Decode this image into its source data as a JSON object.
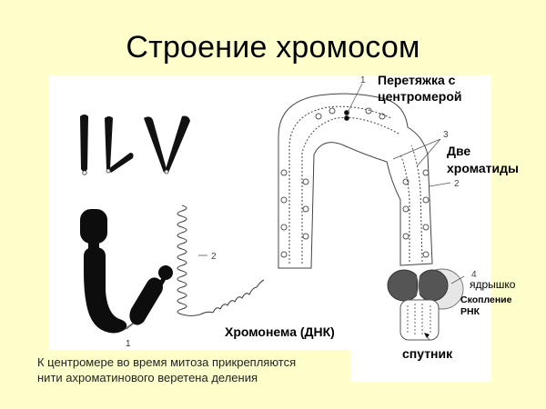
{
  "slide": {
    "title": "Строение хромосом",
    "background_color": "#FFFFCC",
    "panel_color": "#FFFFFF"
  },
  "labels": {
    "centromere_line1": "Перетяжка с",
    "centromere_line2": "центромерой",
    "chromatids_line1": "Две",
    "chromatids_line2": "хроматиды",
    "nucleolus": "ядрышко",
    "rna_line1": "Скопление",
    "rna_line2": "РНК",
    "satellite": "спутник",
    "chromonema": "Хромонема (ДНК)"
  },
  "callout_numbers": {
    "centromere": "1",
    "chromatids": "3",
    "chromonema_right": "2",
    "nucleolus": "4",
    "chromonema_left": "2",
    "centromere_left": "1"
  },
  "caption": {
    "line1": "К центромере во время митоза прикрепляются",
    "line2": "нити ахроматинового веретена деления"
  },
  "figures": [
    "chromosome-shapes-I-L-V",
    "metaphase-chromosome-with-satellite",
    "chromonema-coil",
    "chromosome-detailed-structure"
  ]
}
